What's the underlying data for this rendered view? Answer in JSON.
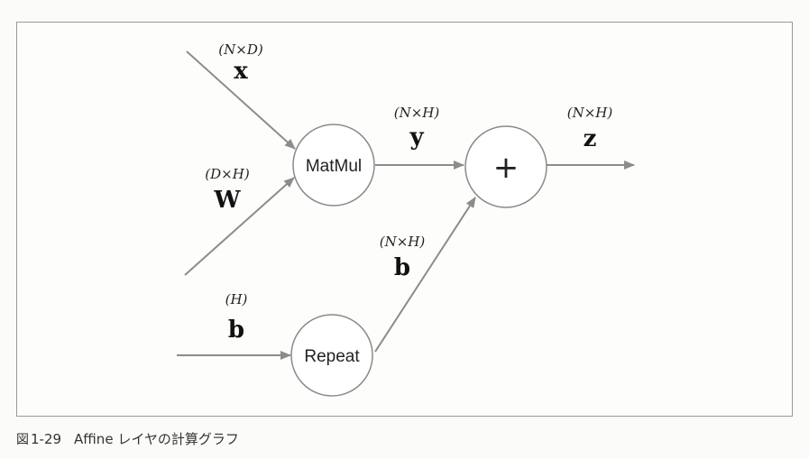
{
  "diagram": {
    "nodes": {
      "matmul": "MatMul",
      "add": "+",
      "repeat": "Repeat"
    },
    "inputs": {
      "x": {
        "shape": "(N×D)",
        "name": "x"
      },
      "W": {
        "shape": "(D×H)",
        "name": "W"
      },
      "b": {
        "shape": "(H)",
        "name": "b"
      }
    },
    "edges": {
      "y": {
        "shape": "(N×H)",
        "name": "y"
      },
      "b_repeated": {
        "shape": "(N×H)",
        "name": "b"
      },
      "z": {
        "shape": "(N×H)",
        "name": "z"
      }
    }
  },
  "caption": {
    "prefix": "図",
    "number": "1-29",
    "text": "Affine レイヤの計算グラフ"
  },
  "colors": {
    "edge": "#8c8c8c",
    "node_stroke": "#8a8a8a",
    "frame": "#9a9a9a"
  }
}
